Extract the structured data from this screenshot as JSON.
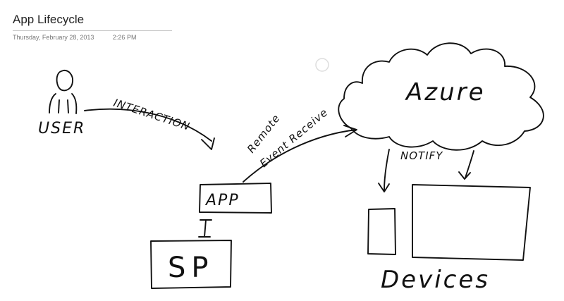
{
  "page": {
    "title": "App Lifecycle",
    "date": "Thursday, February 28, 2013",
    "time": "2:26 PM"
  },
  "diagram": {
    "labels": {
      "user": "USER",
      "interaction": "INTERACTION",
      "remote_line1": "Remote",
      "remote_line2": "Event Receive",
      "cloud": "Azure",
      "notify": "NOTIFY",
      "app": "APP",
      "sp": "SP",
      "devices": "Devices"
    }
  }
}
